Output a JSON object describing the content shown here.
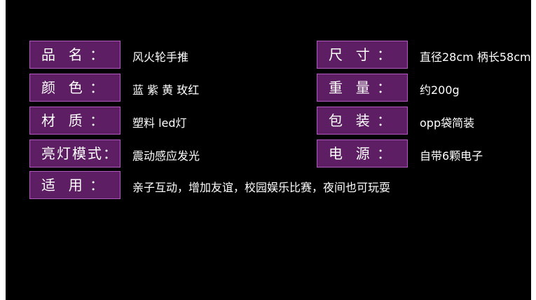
{
  "colors": {
    "background": "#000000",
    "label_bg": "#5d1e63",
    "label_border": "#b05ac0",
    "text": "#ffffff"
  },
  "spec": {
    "name_label": "品  名 ：",
    "name_value": "风火轮手推",
    "size_label": "尺  寸 ：",
    "size_value": "直径28cm 柄长58cm",
    "color_label": "颜  色 ：",
    "color_value": "蓝 紫 黄 玫红",
    "weight_label": "重  量 ：",
    "weight_value": "约200g",
    "material_label": "材  质 ：",
    "material_value": "塑料 led灯",
    "package_label": "包  装 ：",
    "package_value": "opp袋简装",
    "light_label": "亮灯模式：",
    "light_value": "震动感应发光",
    "power_label": "电  源 ：",
    "power_value": "自带6颗电子",
    "use_label": "适  用 ：",
    "use_value": "亲子互动，增加友谊，校园娱乐比赛，夜间也可玩耍"
  }
}
